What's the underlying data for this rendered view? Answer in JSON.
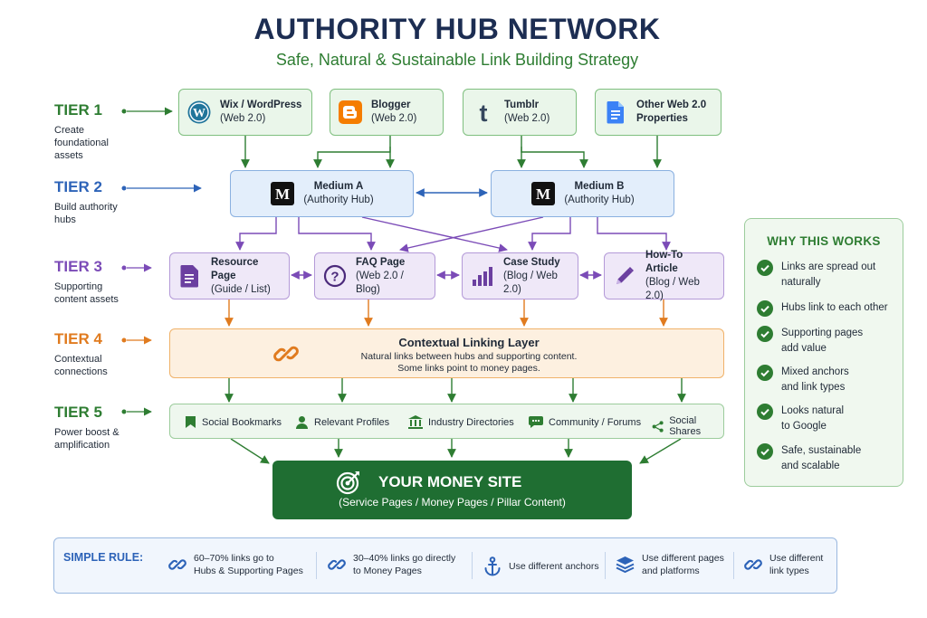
{
  "title": "AUTHORITY HUB NETWORK",
  "subtitle": "Safe, Natural & Sustainable Link Building Strategy",
  "tiers": [
    {
      "name": "TIER 1",
      "desc": [
        "Create foundational",
        "assets"
      ],
      "color": "#2e7d32"
    },
    {
      "name": "TIER 2",
      "desc": [
        "Build authority",
        "hubs"
      ],
      "color": "#2d63b8"
    },
    {
      "name": "TIER 3",
      "desc": [
        "Supporting",
        "content assets"
      ],
      "color": "#7b4bb7"
    },
    {
      "name": "TIER 4",
      "desc": [
        "Contextual",
        "connections"
      ],
      "color": "#e07b1f"
    },
    {
      "name": "TIER 5",
      "desc": [
        "Power boost &",
        "amplification"
      ],
      "color": "#2e7d32"
    }
  ],
  "tier1": [
    {
      "title": "Wix / WordPress",
      "sub": "(Web 2.0)",
      "icon": "wordpress-icon"
    },
    {
      "title": "Blogger",
      "sub": "(Web 2.0)",
      "icon": "blogger-icon"
    },
    {
      "title": "Tumblr",
      "sub": "(Web 2.0)",
      "icon": "tumblr-icon"
    },
    {
      "title": "Other Web 2.0",
      "sub": "Properties",
      "icon": "document-icon"
    }
  ],
  "tier2": [
    {
      "title": "Medium A",
      "sub": "(Authority Hub)",
      "icon": "medium-icon"
    },
    {
      "title": "Medium B",
      "sub": "(Authority Hub)",
      "icon": "medium-icon"
    }
  ],
  "tier3": [
    {
      "title": "Resource Page",
      "sub": "(Guide / List)",
      "icon": "document-icon"
    },
    {
      "title": "FAQ Page",
      "sub": "(Web 2.0 / Blog)",
      "icon": "question-icon"
    },
    {
      "title": "Case Study",
      "sub": "(Blog / Web 2.0)",
      "icon": "bar-chart-icon"
    },
    {
      "title": "How-To Article",
      "sub": "(Blog / Web 2.0)",
      "icon": "pencil-icon"
    }
  ],
  "tier4": {
    "title": "Contextual Linking Layer",
    "line1": "Natural links between hubs and supporting content.",
    "line2": "Some links point to money pages.",
    "icon": "link-icon"
  },
  "tier5": [
    {
      "label": "Social Bookmarks",
      "icon": "bookmark-icon"
    },
    {
      "label": "Relevant Profiles",
      "icon": "user-icon"
    },
    {
      "label": "Industry Directories",
      "icon": "building-icon"
    },
    {
      "label": "Community / Forums",
      "icon": "chat-icon"
    },
    {
      "label": "Social Shares",
      "icon": "share-icon"
    }
  ],
  "money": {
    "title": "YOUR MONEY SITE",
    "sub": "(Service Pages / Money Pages / Pillar Content)",
    "icon": "target-icon"
  },
  "why": {
    "title": "WHY THIS WORKS",
    "items": [
      [
        "Links are spread out",
        "naturally"
      ],
      [
        "Hubs link to each other"
      ],
      [
        "Supporting pages",
        "add value"
      ],
      [
        "Mixed anchors",
        "and link types"
      ],
      [
        "Looks natural",
        "to Google"
      ],
      [
        "Safe, sustainable",
        "and scalable"
      ]
    ]
  },
  "rule": {
    "label": "SIMPLE RULE:",
    "items": [
      {
        "lines": [
          "60–70% links go to",
          "Hubs & Supporting Pages"
        ],
        "icon": "link-icon"
      },
      {
        "lines": [
          "30–40% links go directly",
          "to Money Pages"
        ],
        "icon": "link-icon"
      },
      {
        "lines": [
          "Use different anchors"
        ],
        "icon": "anchor-icon"
      },
      {
        "lines": [
          "Use different pages",
          "and platforms"
        ],
        "icon": "layers-icon"
      },
      {
        "lines": [
          "Use different",
          "link types"
        ],
        "icon": "link-icon"
      }
    ]
  },
  "colors": {
    "green": "#2e7d32",
    "blue": "#2d63b8",
    "purple": "#7b4bb7",
    "orange": "#e07b1f",
    "navy": "#1c2d52",
    "money": "#1f6e32"
  }
}
